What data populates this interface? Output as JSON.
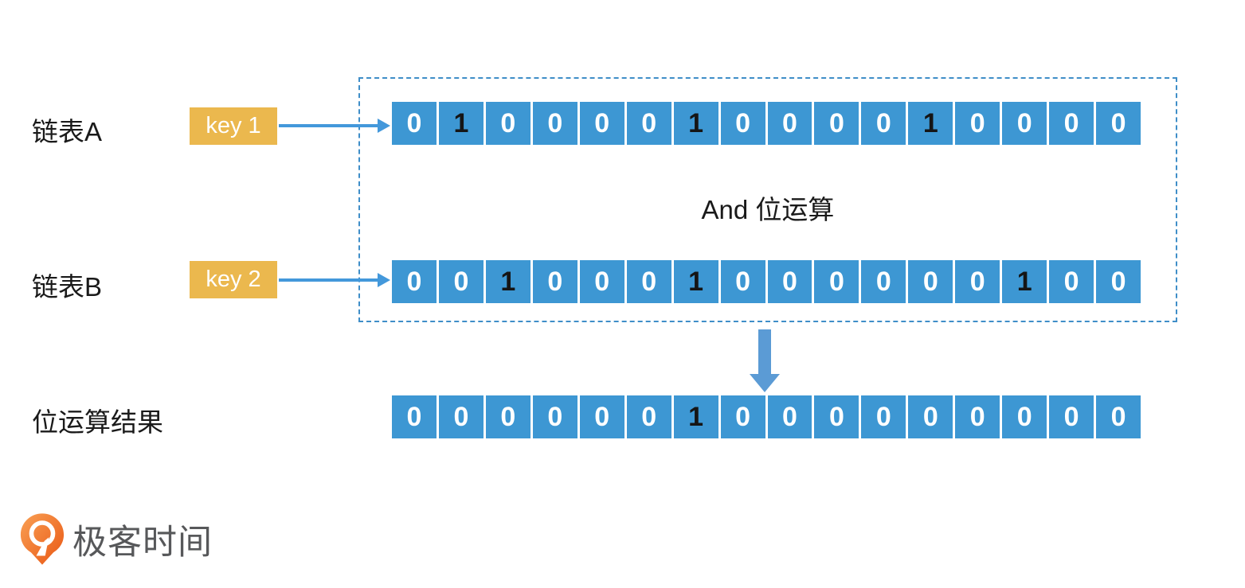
{
  "colors": {
    "cell_blue": "#3D97D3",
    "bit_one": "#151515",
    "bit_zero": "#FFFFFF",
    "key_bg": "#EBB84E",
    "key_text": "#FFFFFF",
    "arrow_blue": "#4398DB",
    "down_arrow_blue": "#5B9BD5",
    "dashed_border": "#3F8EC8",
    "label_text": "#1A1A1A",
    "logo_text_color": "#57585A",
    "logo_orange_light": "#F9A054",
    "logo_orange_dark": "#E95714"
  },
  "rows": [
    {
      "label": "链表A",
      "key": "key 1",
      "bits": [
        0,
        1,
        0,
        0,
        0,
        0,
        1,
        0,
        0,
        0,
        0,
        1,
        0,
        0,
        0,
        0
      ]
    },
    {
      "label": "链表B",
      "key": "key 2",
      "bits": [
        0,
        0,
        1,
        0,
        0,
        0,
        1,
        0,
        0,
        0,
        0,
        0,
        0,
        1,
        0,
        0
      ]
    }
  ],
  "operation_label": "And 位运算",
  "result": {
    "label": "位运算结果",
    "bits": [
      0,
      0,
      0,
      0,
      0,
      0,
      1,
      0,
      0,
      0,
      0,
      0,
      0,
      0,
      0,
      0
    ]
  },
  "logo": {
    "text": "极客时间"
  }
}
